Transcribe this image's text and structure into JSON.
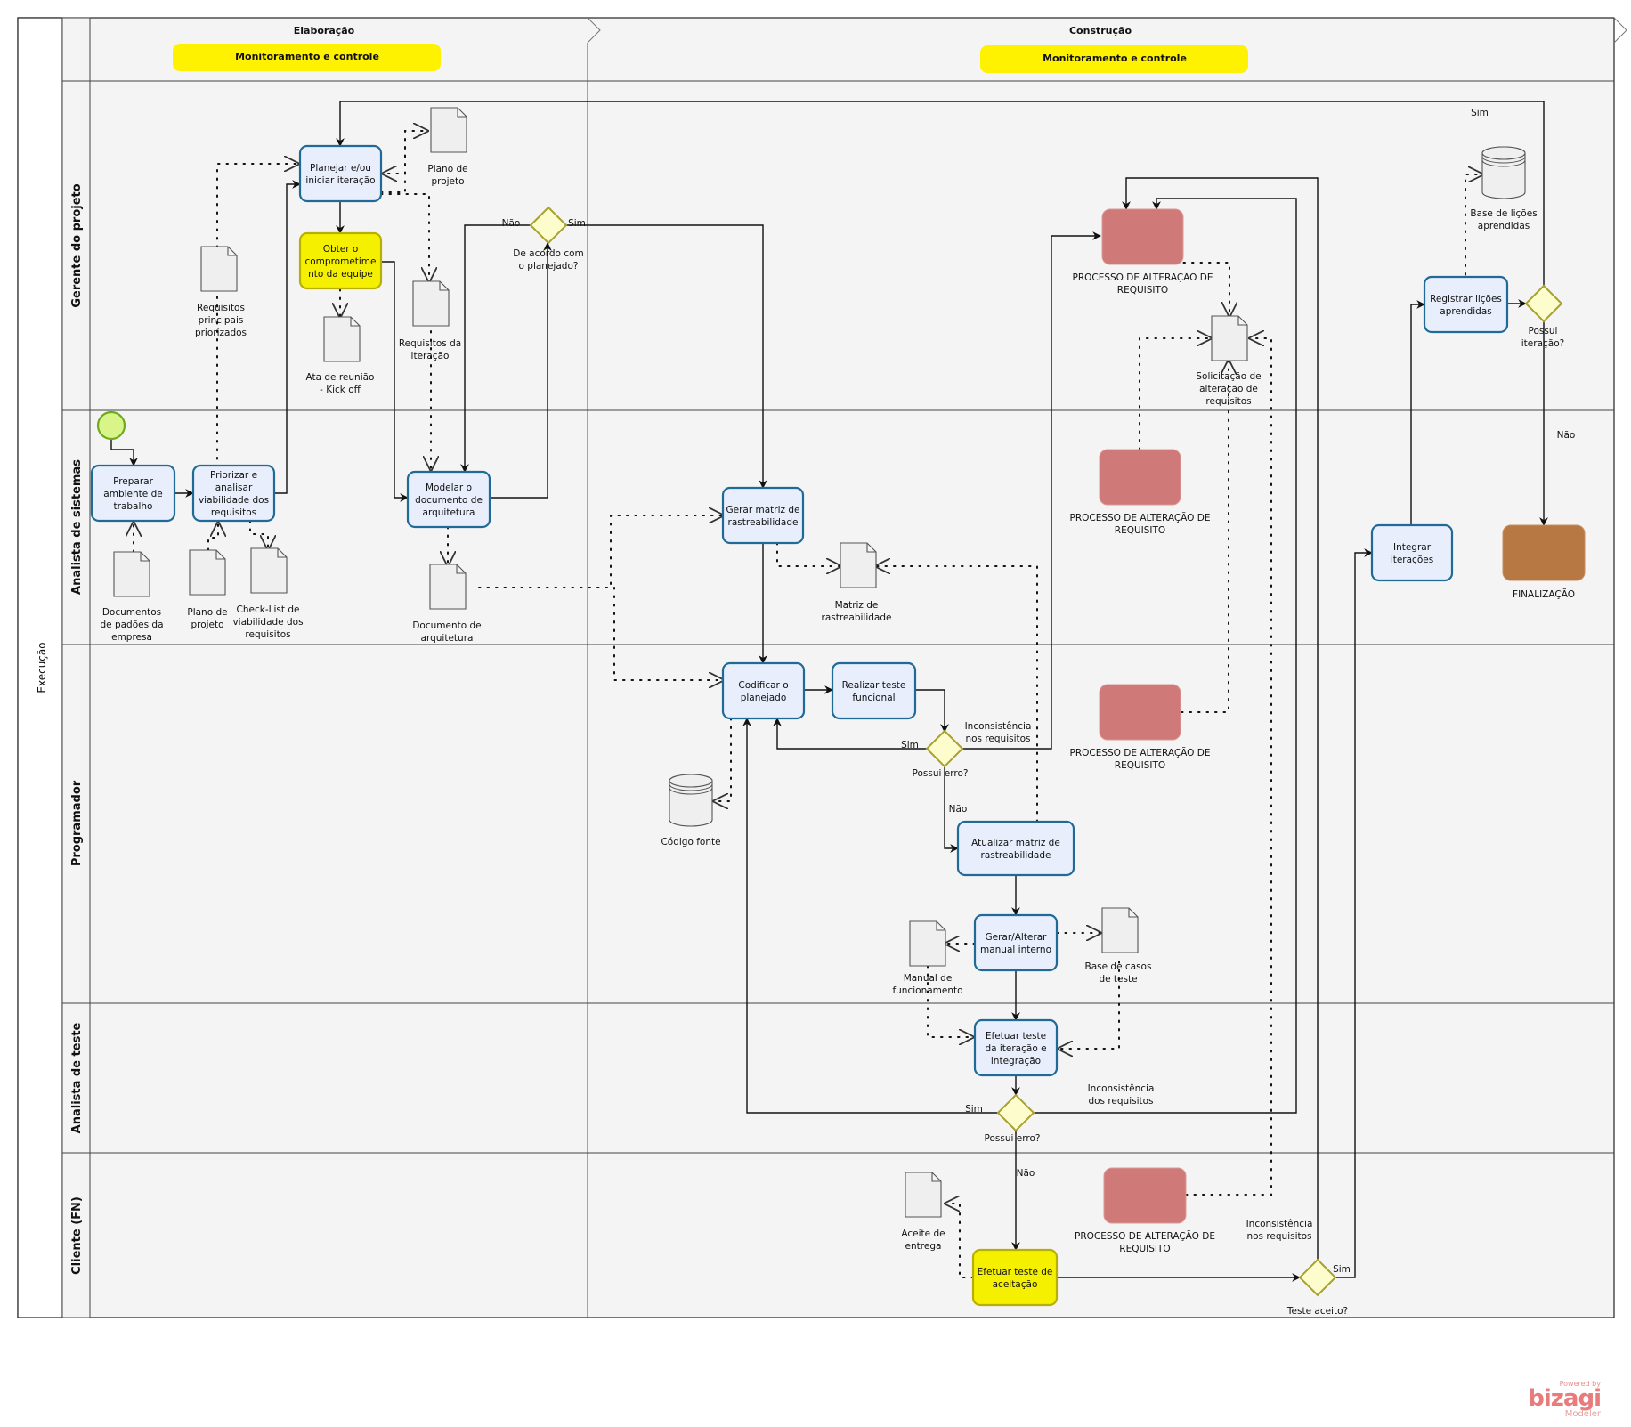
{
  "pool": {
    "label": "Execução"
  },
  "phases": [
    {
      "label": "Elaboração",
      "annotation": "Monitoramento e controle"
    },
    {
      "label": "Construção",
      "annotation": "Monitoramento e controle"
    }
  ],
  "lanes": [
    {
      "label": "Gerente do projeto"
    },
    {
      "label": "Analista de sistemas"
    },
    {
      "label": "Programador"
    },
    {
      "label": "Analista de teste"
    },
    {
      "label": "Cliente (FN)"
    }
  ],
  "events": {
    "start": {
      "label": ""
    }
  },
  "tasks": {
    "preparar": [
      "Preparar",
      "ambiente de",
      "trabalho"
    ],
    "priorizar": [
      "Priorizar e",
      "analisar",
      "viabilidade dos",
      "requisitos"
    ],
    "planejar": [
      "Planejar e/ou",
      "iniciar iteração"
    ],
    "obter": [
      "Obter o",
      "comprometime",
      "nto da equipe"
    ],
    "modelar": [
      "Modelar o",
      "documento de",
      "arquitetura"
    ],
    "gerar_matriz": [
      "Gerar matriz de",
      "rastreabilidade"
    ],
    "codificar": [
      "Codificar o",
      "planejado"
    ],
    "teste_funcional": [
      "Realizar teste",
      "funcional"
    ],
    "atualizar_matriz": [
      "Atualizar matriz de",
      "rastreabilidade"
    ],
    "manual": [
      "Gerar/Alterar",
      "manual interno"
    ],
    "teste_iteracao": [
      "Efetuar teste",
      "da iteração e",
      "integração"
    ],
    "teste_aceitacao": [
      "Efetuar teste de",
      "aceitação"
    ],
    "integrar": [
      "Integrar",
      "iterações"
    ],
    "registrar": [
      "Registrar lições",
      "aprendidas"
    ]
  },
  "subprocesses": {
    "alteracao_1": [
      "PROCESSO DE ALTERAÇÃO DE",
      "REQUISITO"
    ],
    "alteracao_2": [
      "PROCESSO DE ALTERAÇÃO DE",
      "REQUISITO"
    ],
    "alteracao_3": [
      "PROCESSO DE ALTERAÇÃO DE",
      "REQUISITO"
    ],
    "alteracao_4": [
      "PROCESSO DE ALTERAÇÃO DE",
      "REQUISITO"
    ],
    "finalizacao": [
      "FINALIZAÇÃO"
    ]
  },
  "gateways": {
    "acordo": [
      "De acordo com",
      "o planejado?"
    ],
    "erro_1": [
      "Possui erro?"
    ],
    "erro_2": [
      "Possui erro?"
    ],
    "aceito": [
      "Teste aceito?"
    ],
    "iteracao": [
      "Possui",
      "iteração?"
    ]
  },
  "data_objects": {
    "plano_projeto_1": [
      "Plano de",
      "projeto"
    ],
    "requisitos_principais": [
      "Requisitos",
      "principais",
      "priorizados"
    ],
    "ata": [
      "Ata de reunião",
      "- Kick off"
    ],
    "requisitos_iteracao": [
      "Requisitos da",
      "iteração"
    ],
    "documentos_padroes": [
      "Documentos",
      "de padões da",
      "empresa"
    ],
    "plano_projeto_2": [
      "Plano de",
      "projeto"
    ],
    "checklist": [
      "Check-List de",
      "viabilidade dos",
      "requisitos"
    ],
    "doc_arquitetura": [
      "Documento de",
      "arquitetura"
    ],
    "matriz": [
      "Matriz de",
      "rastreabilidade"
    ],
    "solicitacao": [
      "Solicitação de",
      "alteração de",
      "requisitos"
    ],
    "manual_funcionamento": [
      "Manual de",
      "funcionamento"
    ],
    "base_casos": [
      "Base de casos",
      "de teste"
    ],
    "aceite": [
      "Aceite de",
      "entrega"
    ]
  },
  "data_stores": {
    "codigo_fonte": [
      "Código fonte"
    ],
    "base_licoes": [
      "Base de lições",
      "aprendidas"
    ]
  },
  "flow_labels": {
    "acordo_nao": "Não",
    "acordo_sim": "Sim",
    "erro1_sim": "Sim",
    "erro1_inconsistencia": [
      "Inconsistência",
      "nos requisitos"
    ],
    "erro1_nao": "Não",
    "erro2_sim": "Sim",
    "erro2_inconsistencia": [
      "Inconsistência",
      "dos requisitos"
    ],
    "erro2_nao": "Não",
    "aceito_sim": "Sim",
    "aceito_inconsistencia": [
      "Inconsistência",
      "nos requisitos"
    ],
    "iteracao_sim": "Sim",
    "iteracao_nao": "Não"
  },
  "watermark": {
    "powered": "Powered by",
    "brand": "bizagi",
    "product": "Modeler"
  },
  "colors": {
    "task_fill": "#e8eefc",
    "task_border": "#1f6a96",
    "highlight_task": "#f5f000",
    "subprocess": "#cf7a78",
    "finalizacao": "#b87843",
    "gateway": "#fdfccc",
    "annotation": "#fff200",
    "start_event": "#d9f58a"
  }
}
